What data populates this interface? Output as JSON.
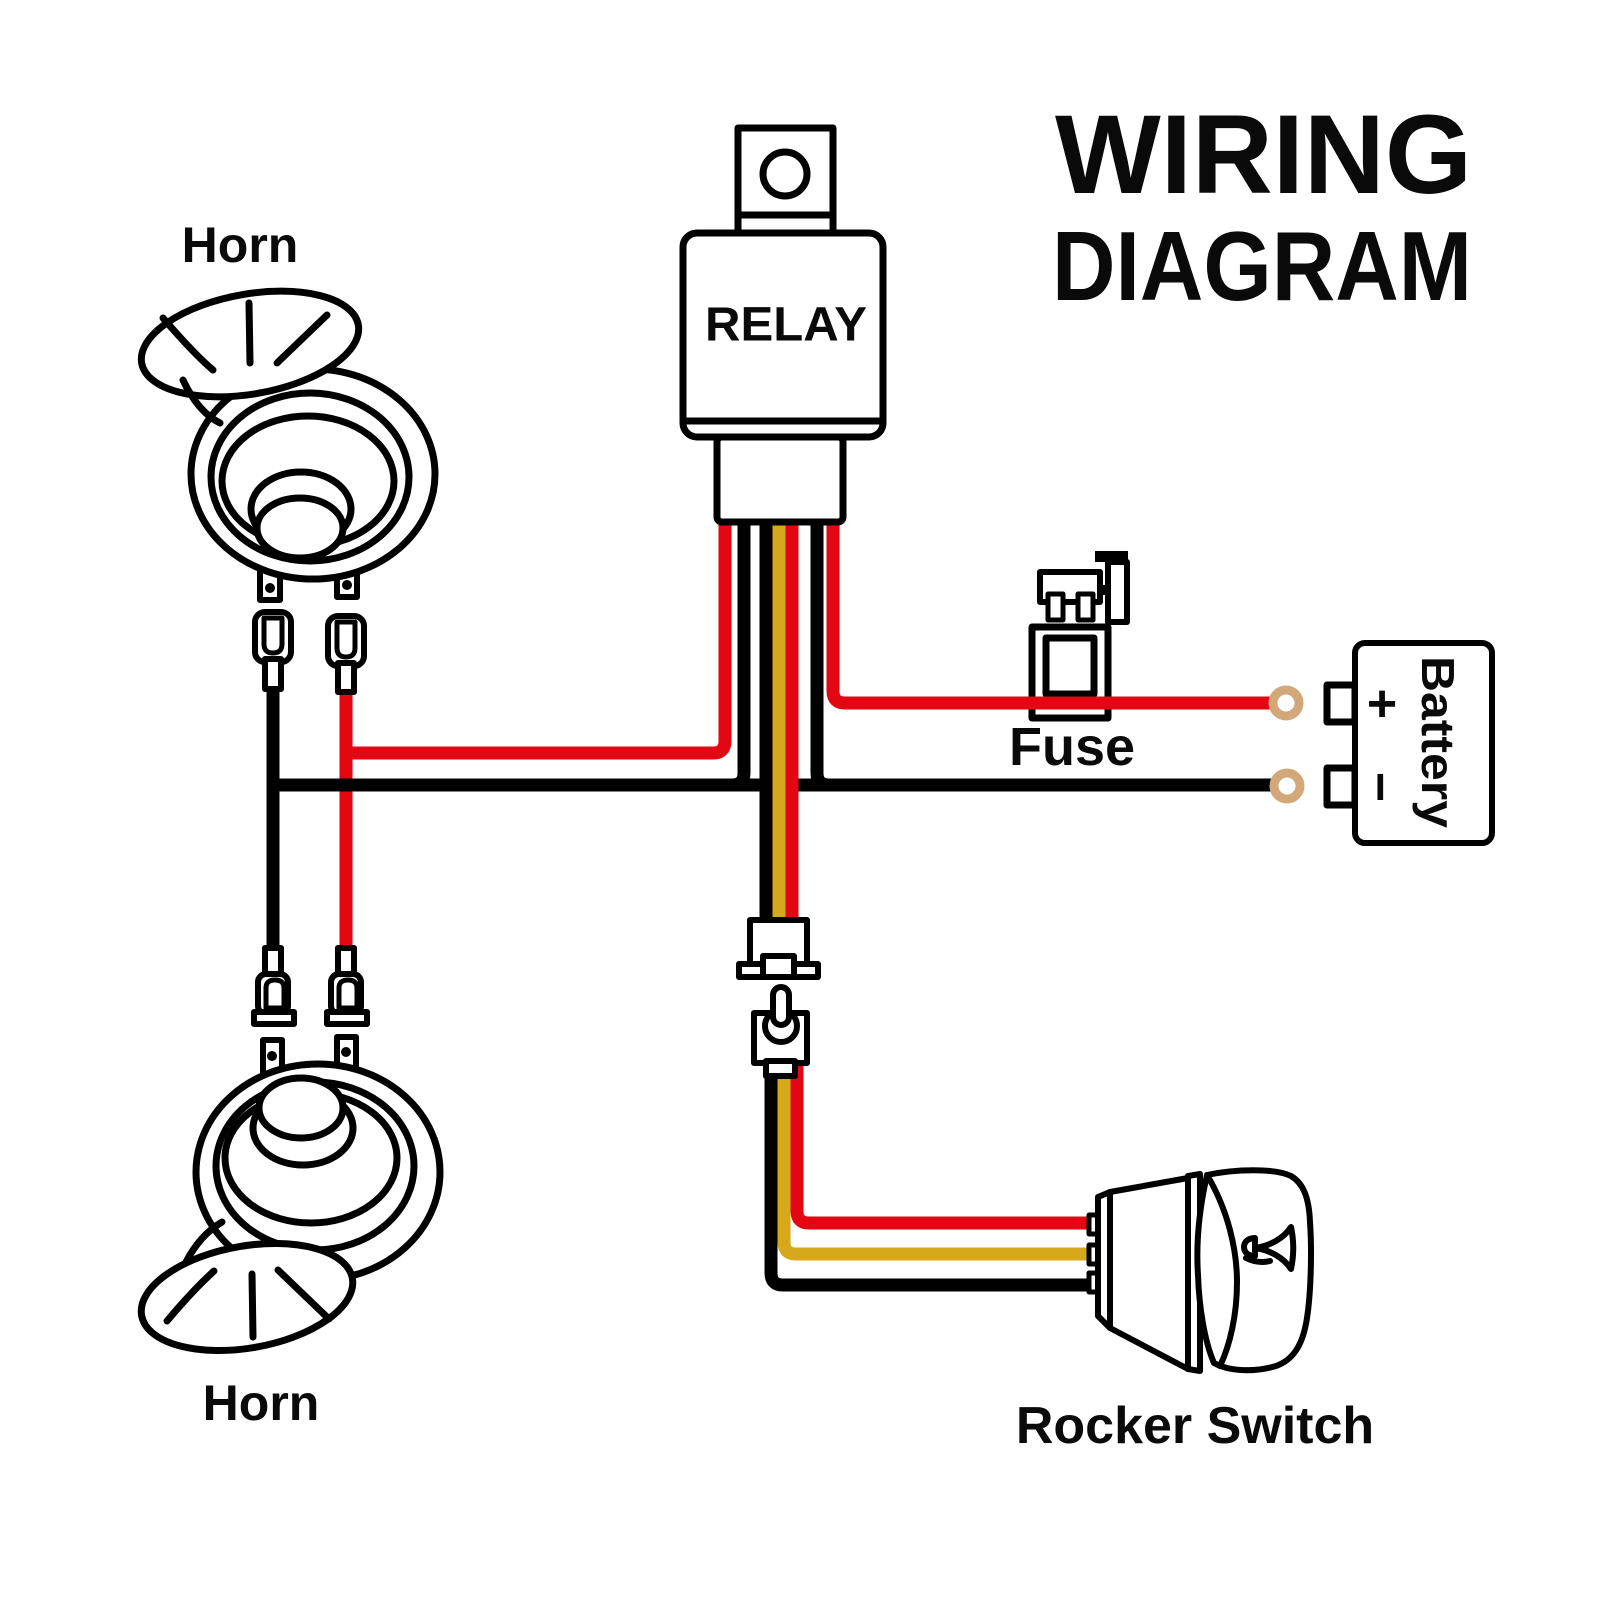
{
  "title": {
    "line1": "WIRING",
    "line2": "DIAGRAM"
  },
  "components": {
    "relay": {
      "label": "RELAY"
    },
    "horn_top": {
      "label": "Horn"
    },
    "horn_bottom": {
      "label": "Horn"
    },
    "fuse": {
      "label": "Fuse"
    },
    "battery": {
      "label": "Battery",
      "positive": "+",
      "negative": "−"
    },
    "rocker_switch": {
      "label": "Rocker Switch"
    }
  },
  "colors": {
    "wire_red": "#E30613",
    "wire_black": "#000000",
    "wire_yellow": "#D8A81B",
    "outline": "#000000",
    "ring_terminal": "#D2A878",
    "title_gradient_top": "#F6921E",
    "title_gradient_mid": "#F1C34B",
    "title_gradient_bottom": "#F6921E",
    "title_line2": "#0A0A0A"
  },
  "wires": [
    {
      "color": "red",
      "from": "relay",
      "to": "horn red terminals"
    },
    {
      "color": "black",
      "from": "relay",
      "to": "horn black terminals"
    },
    {
      "color": "red",
      "from": "relay",
      "to": "battery positive via fuse"
    },
    {
      "color": "black",
      "from": "relay",
      "to": "battery negative"
    },
    {
      "color": "black, yellow, red",
      "from": "relay",
      "to": "rocker switch"
    }
  ]
}
